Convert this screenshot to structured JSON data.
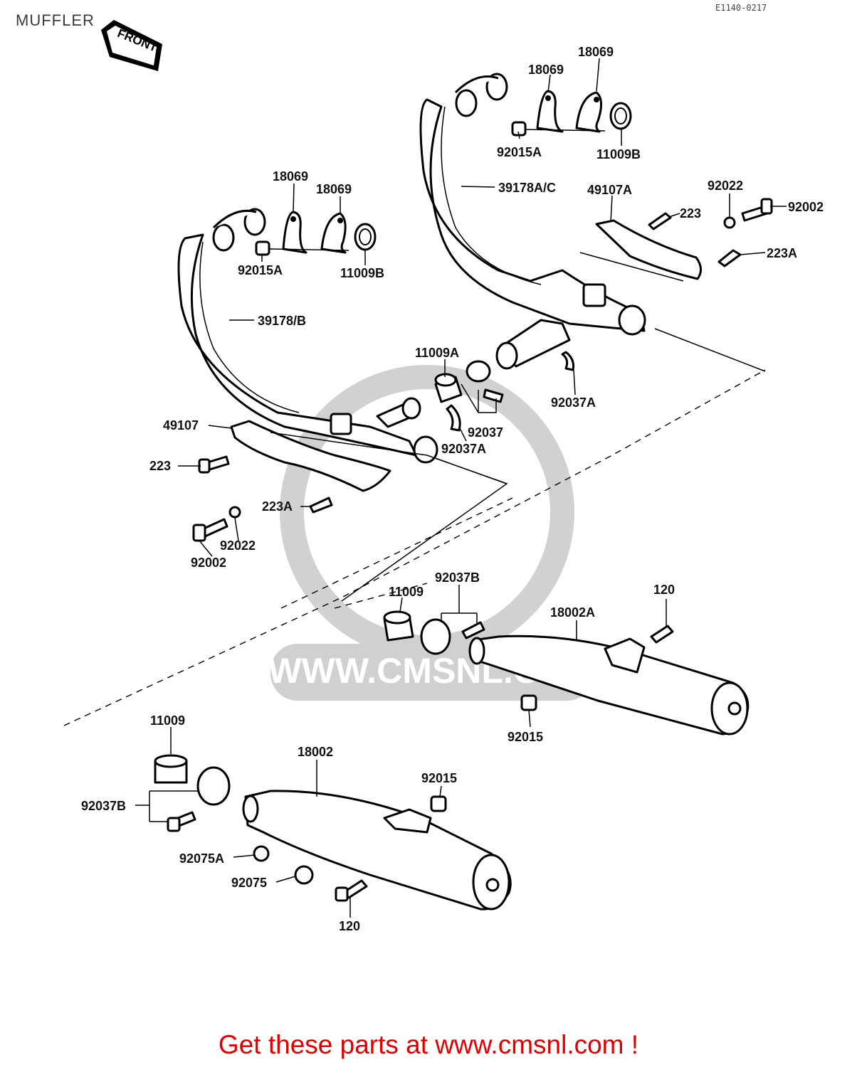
{
  "title": "MUFFLER",
  "reference_code": "E1140-0217",
  "front_arrow_label": "FRONT",
  "watermark_text": "WWW.CMSNL.COM",
  "footer_link": "Get these parts at www.cmsnl.com !",
  "parts": {
    "p18069_r1": "18069",
    "p18069_r2": "18069",
    "p92015A_r": "92015A",
    "p11009B_r": "11009B",
    "p39178AC": "39178A/C",
    "p49107A": "49107A",
    "p92022_r": "92022",
    "p223_r": "223",
    "p92002_r": "92002",
    "p223A_r": "223A",
    "p18069_l1": "18069",
    "p18069_l2": "18069",
    "p92015A_l": "92015A",
    "p11009B_l": "11009B",
    "p39178B": "39178/B",
    "p11009A": "11009A",
    "p92037A_r": "92037A",
    "p92037": "92037",
    "p92037A_l": "92037A",
    "p49107": "49107",
    "p223_l": "223",
    "p223A_l": "223A",
    "p92022_l": "92022",
    "p92002_l": "92002",
    "p92037B_r": "92037B",
    "p11009_r": "11009",
    "p120_r": "120",
    "p18002A": "18002A",
    "p92015_r": "92015",
    "p11009_l": "11009",
    "p18002": "18002",
    "p92015_l": "92015",
    "p92037B_l": "92037B",
    "p92075A": "92075A",
    "p92075": "92075",
    "p120_l": "120"
  }
}
